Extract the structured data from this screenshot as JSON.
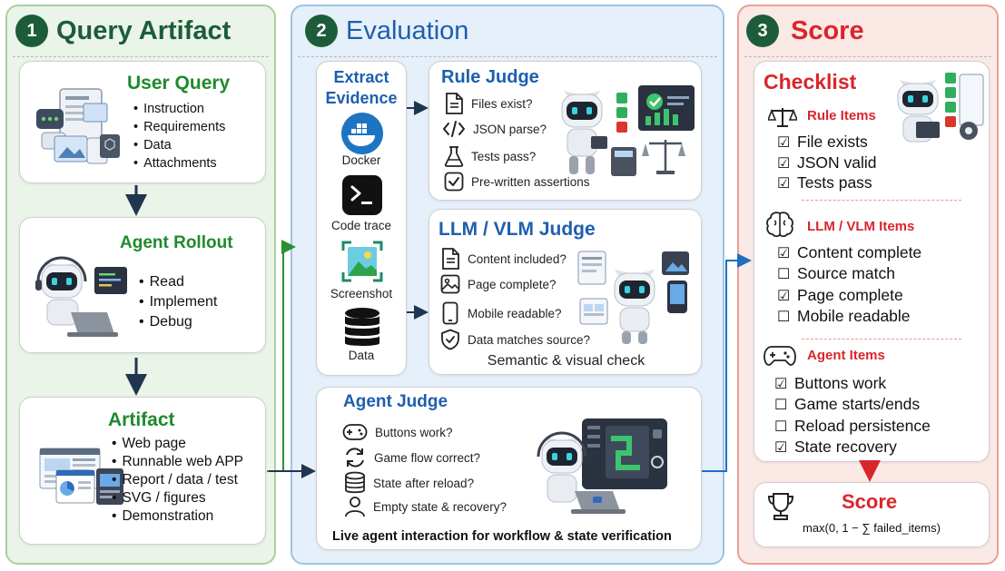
{
  "panel1": {
    "number": "1",
    "title": "Query Artifact",
    "user_query": {
      "title": "User Query",
      "items": [
        "Instruction",
        "Requirements",
        "Data",
        "Attachments"
      ]
    },
    "agent_rollout": {
      "title": "Agent Rollout",
      "items": [
        "Read",
        "Implement",
        "Debug"
      ]
    },
    "artifact": {
      "title": "Artifact",
      "items": [
        "Web page",
        "Runnable web APP",
        "Report / data / test",
        "SVG / figures",
        "Demonstration"
      ]
    }
  },
  "panel2": {
    "number": "2",
    "title": "Evaluation",
    "extract": {
      "title_line1": "Extract",
      "title_line2": "Evidence",
      "sources": [
        "Docker",
        "Code trace",
        "Screenshot",
        "Data"
      ]
    },
    "rule_judge": {
      "title": "Rule Judge",
      "checks": [
        "Files exist?",
        "JSON parse?",
        "Tests pass?",
        "Pre-written assertions"
      ]
    },
    "llm_judge": {
      "title": "LLM / VLM Judge",
      "checks": [
        "Content included?",
        "Page complete?",
        "Mobile readable?",
        "Data matches source?"
      ],
      "footer": "Semantic & visual check"
    },
    "agent_judge": {
      "title": "Agent Judge",
      "checks": [
        "Buttons work?",
        "Game flow correct?",
        "State after reload?",
        "Empty state & recovery?"
      ],
      "footer": "Live agent interaction for workflow & state verification"
    }
  },
  "panel3": {
    "number": "3",
    "title": "Score",
    "checklist": {
      "title": "Checklist",
      "rule_items": {
        "title": "Rule Items",
        "items": [
          {
            "mark": "☑",
            "label": "File exists"
          },
          {
            "mark": "☑",
            "label": "JSON valid"
          },
          {
            "mark": "☑",
            "label": "Tests pass"
          }
        ]
      },
      "llm_items": {
        "title": "LLM / VLM Items",
        "items": [
          {
            "mark": "☑",
            "label": "Content complete"
          },
          {
            "mark": "☐",
            "label": "Source match"
          },
          {
            "mark": "☑",
            "label": "Page complete"
          },
          {
            "mark": "☐",
            "label": "Mobile readable"
          }
        ]
      },
      "agent_items": {
        "title": "Agent Items",
        "items": [
          {
            "mark": "☑",
            "label": "Buttons work"
          },
          {
            "mark": "☐",
            "label": "Game starts/ends"
          },
          {
            "mark": "☐",
            "label": "Reload persistence"
          },
          {
            "mark": "☑",
            "label": "State recovery"
          }
        ]
      }
    },
    "score": {
      "title": "Score",
      "formula": "max(0, 1 − ∑ failed_items)"
    }
  },
  "colors": {
    "green_title": "#1f8a2d",
    "blue_title": "#1e5fae",
    "red_title": "#d9262c",
    "arrow_dark": "#1f3550",
    "arrow_green": "#2f8f2f",
    "arrow_blue": "#1e6fc0",
    "arrow_red": "#d9262c"
  }
}
